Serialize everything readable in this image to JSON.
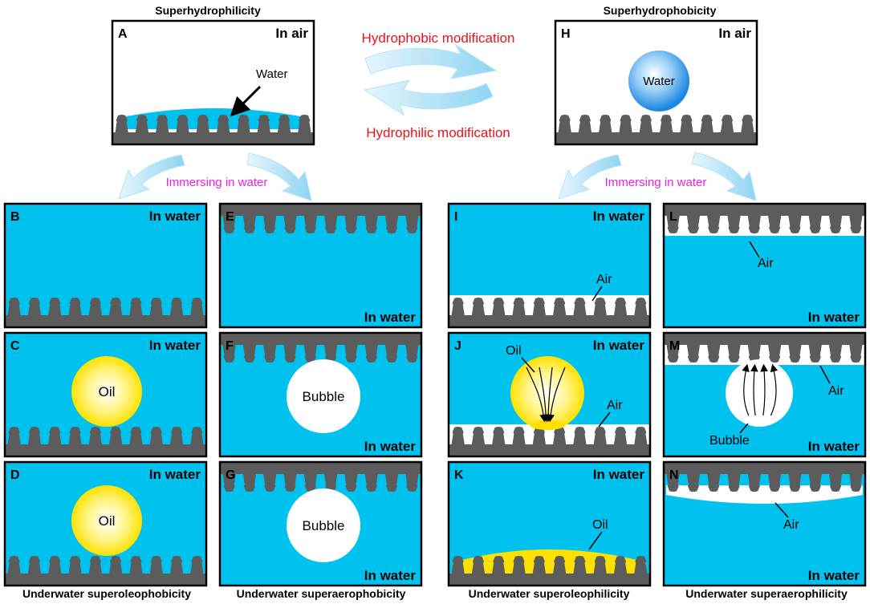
{
  "colors": {
    "water": "#00c2ee",
    "surface": "#5c5c5c",
    "red_text": "#e8141c",
    "magenta_text": "#ee1fe3",
    "arrow_fill": "#c9ecfb",
    "oil": "#ffe100",
    "air_white": "#ffffff"
  },
  "titles": {
    "superhydrophilicity": "Superhydrophilicity",
    "superhydrophobicity": "Superhydrophobicity",
    "hydrophobic_mod": "Hydrophobic modification",
    "hydrophilic_mod": "Hydrophilic modification",
    "immersing_left": "Immersing in water",
    "immersing_right": "Immersing in water",
    "bottom_1": "Underwater superoleophobicity",
    "bottom_2": "Underwater superaerophobicity",
    "bottom_3": "Underwater superoleophilicity",
    "bottom_4": "Underwater superaerophilicity"
  },
  "panels": {
    "A": {
      "letter": "A",
      "env": "In air",
      "label": "Water"
    },
    "H": {
      "letter": "H",
      "env": "In air",
      "label": "Water"
    },
    "B": {
      "letter": "B",
      "env": "In water"
    },
    "C": {
      "letter": "C",
      "env": "In water",
      "label": "Oil"
    },
    "D": {
      "letter": "D",
      "env": "In water",
      "label": "Oil"
    },
    "E": {
      "letter": "E",
      "env": "In water"
    },
    "F": {
      "letter": "F",
      "env": "In water",
      "label": "Bubble"
    },
    "G": {
      "letter": "G",
      "env": "In water",
      "label": "Bubble"
    },
    "I": {
      "letter": "I",
      "env": "In water",
      "label": "Air"
    },
    "J": {
      "letter": "J",
      "env": "In water",
      "label": "Oil",
      "label2": "Air"
    },
    "K": {
      "letter": "K",
      "env": "In water",
      "label": "Oil"
    },
    "L": {
      "letter": "L",
      "env": "In water",
      "label": "Air"
    },
    "M": {
      "letter": "M",
      "env": "In water",
      "label": "Bubble",
      "label2": "Air"
    },
    "N": {
      "letter": "N",
      "env": "In water",
      "label": "Air"
    }
  }
}
